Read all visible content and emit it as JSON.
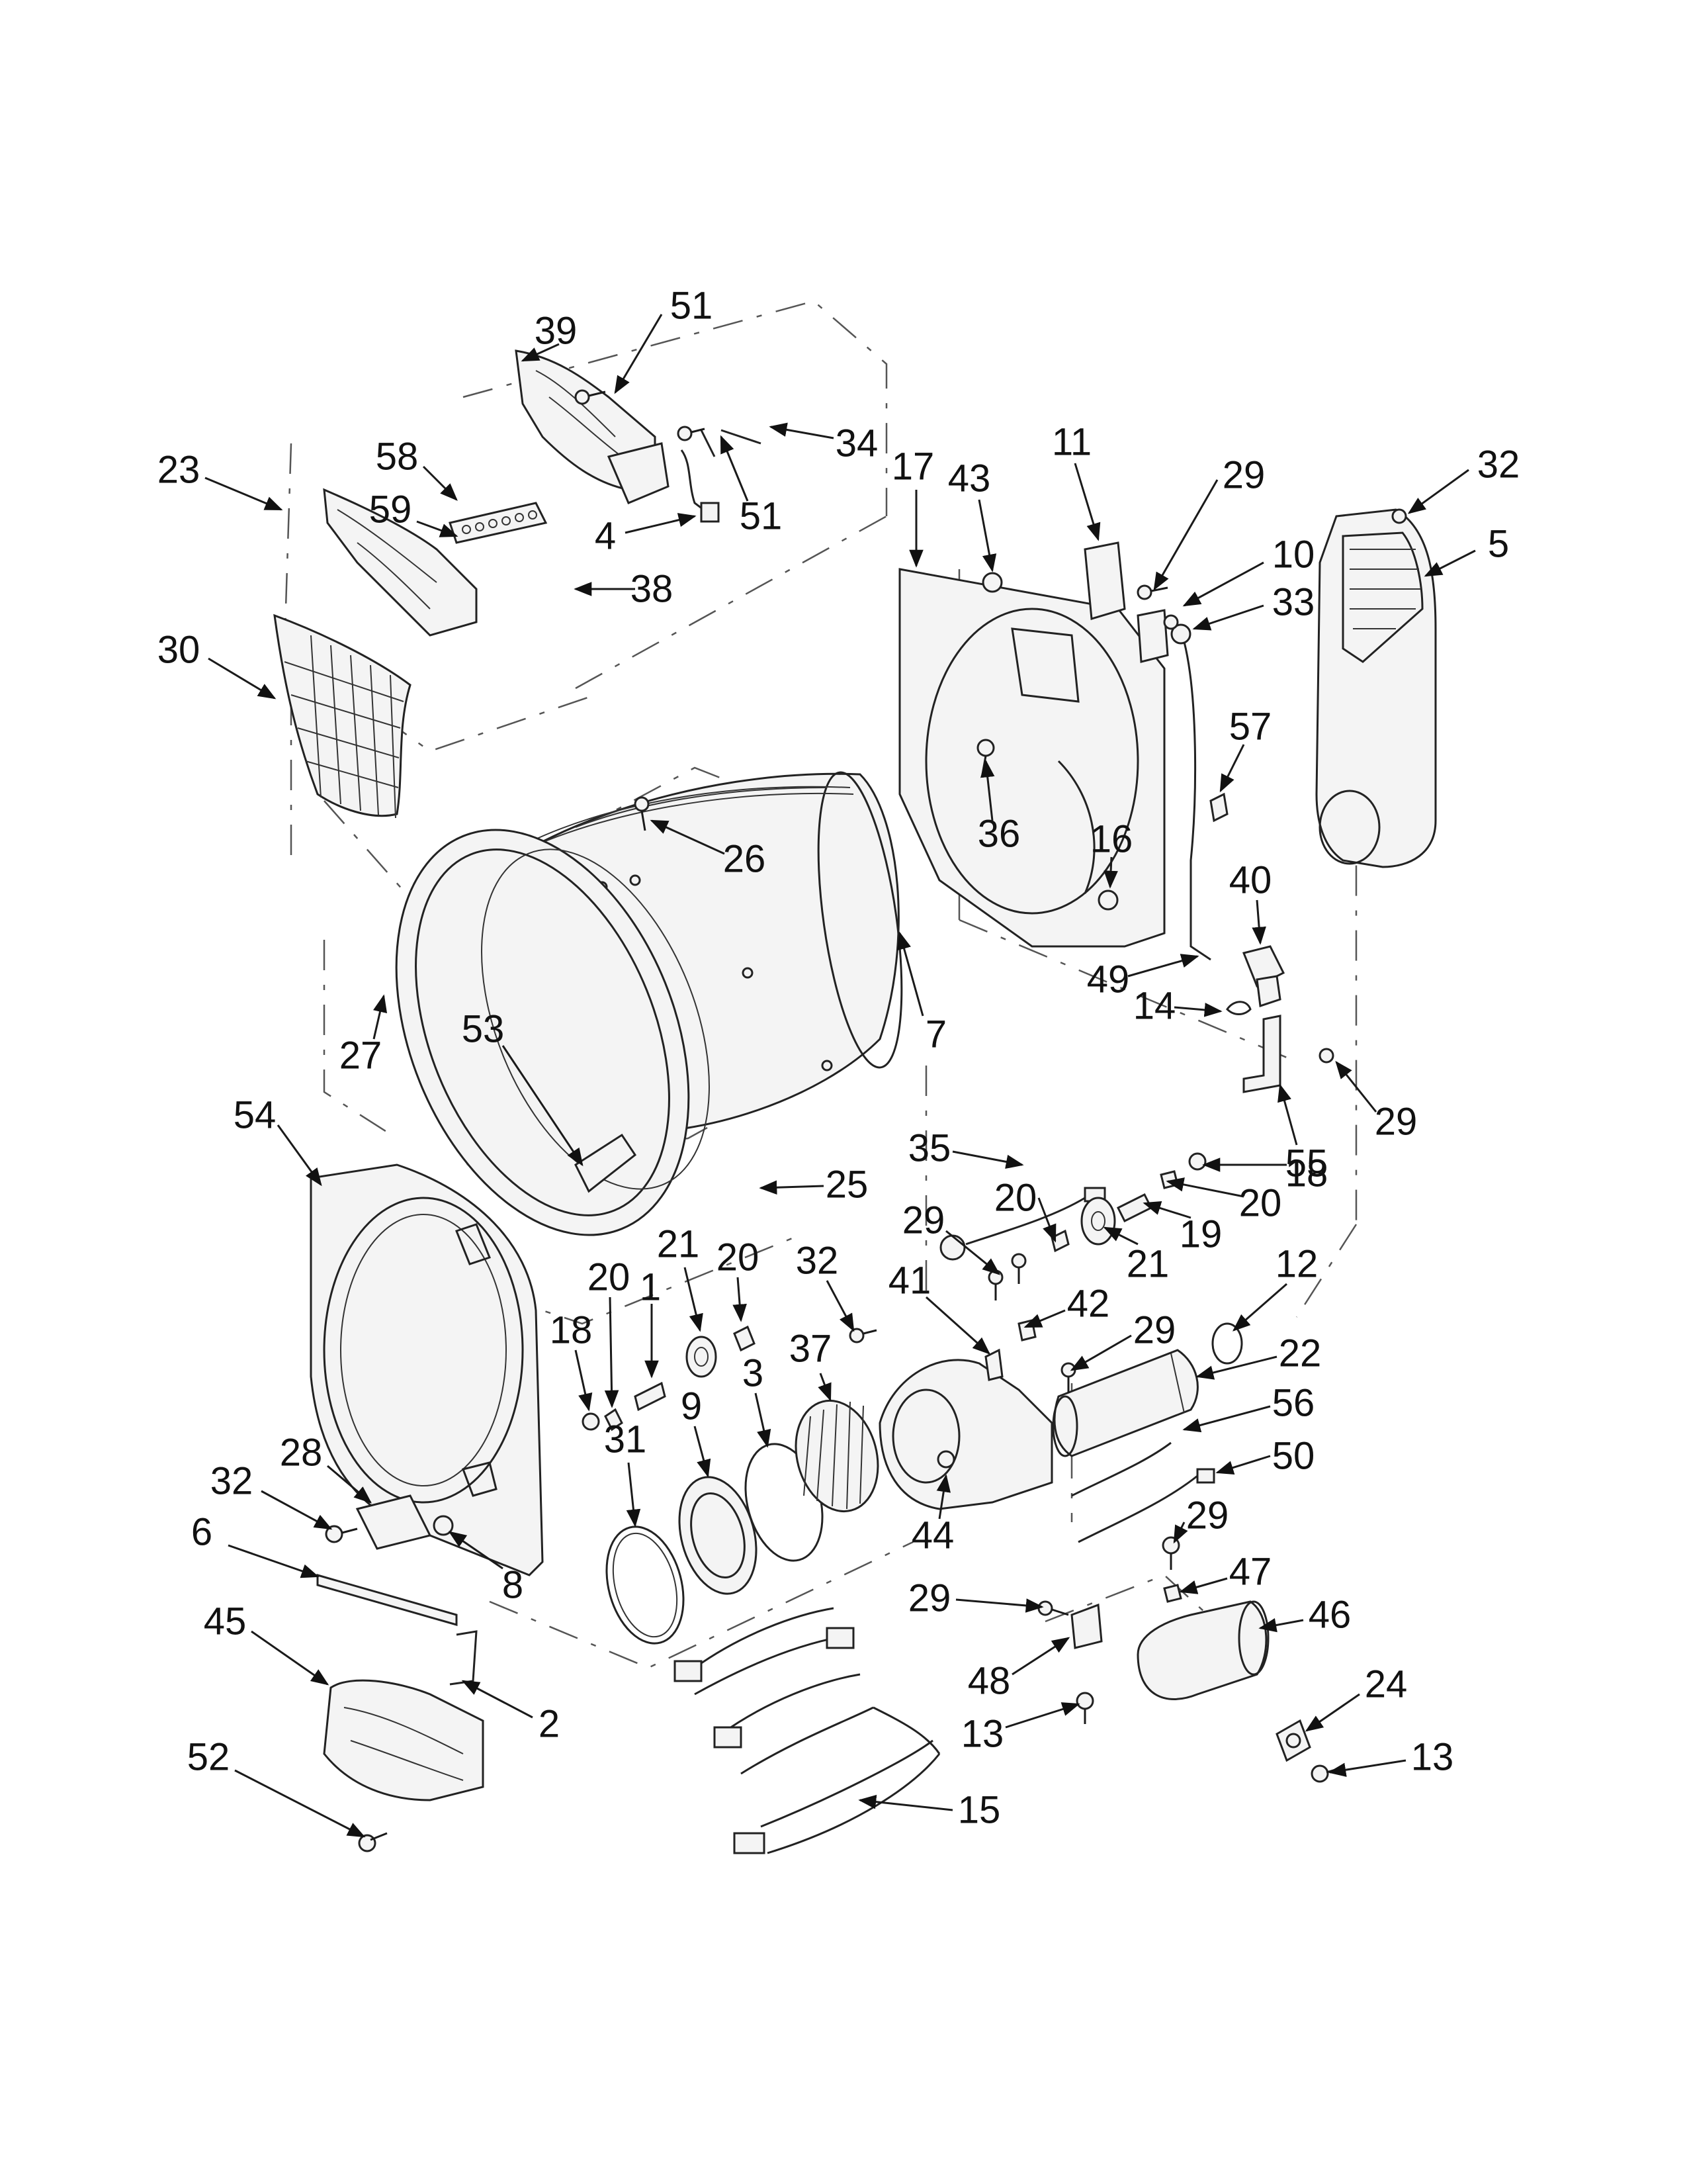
{
  "colors": {
    "ink": "#111111",
    "paper": "#ffffff",
    "part_fill": "#f4f4f4"
  },
  "labels": [
    {
      "id": "l39",
      "text": "39"
    },
    {
      "id": "l51a",
      "text": "51"
    },
    {
      "id": "l34",
      "text": "34"
    },
    {
      "id": "l51b",
      "text": "51"
    },
    {
      "id": "l4",
      "text": "4"
    },
    {
      "id": "l23",
      "text": "23"
    },
    {
      "id": "l58",
      "text": "58"
    },
    {
      "id": "l59",
      "text": "59"
    },
    {
      "id": "l38",
      "text": "38"
    },
    {
      "id": "l30",
      "text": "30"
    },
    {
      "id": "l17",
      "text": "17"
    },
    {
      "id": "l43",
      "text": "43"
    },
    {
      "id": "l11",
      "text": "11"
    },
    {
      "id": "l29a",
      "text": "29"
    },
    {
      "id": "l10",
      "text": "10"
    },
    {
      "id": "l33",
      "text": "33"
    },
    {
      "id": "l32a",
      "text": "32"
    },
    {
      "id": "l5",
      "text": "5"
    },
    {
      "id": "l57",
      "text": "57"
    },
    {
      "id": "l36",
      "text": "36"
    },
    {
      "id": "l16",
      "text": "16"
    },
    {
      "id": "l40",
      "text": "40"
    },
    {
      "id": "l26",
      "text": "26"
    },
    {
      "id": "l7",
      "text": "7"
    },
    {
      "id": "l27",
      "text": "27"
    },
    {
      "id": "l53",
      "text": "53"
    },
    {
      "id": "l49",
      "text": "49"
    },
    {
      "id": "l14",
      "text": "14"
    },
    {
      "id": "l29b",
      "text": "29"
    },
    {
      "id": "l55",
      "text": "55"
    },
    {
      "id": "l35",
      "text": "35"
    },
    {
      "id": "l18a",
      "text": "18"
    },
    {
      "id": "l20a",
      "text": "20"
    },
    {
      "id": "l20b",
      "text": "20"
    },
    {
      "id": "l21a",
      "text": "21"
    },
    {
      "id": "l19",
      "text": "19"
    },
    {
      "id": "l54",
      "text": "54"
    },
    {
      "id": "l25",
      "text": "25"
    },
    {
      "id": "l29c",
      "text": "29"
    },
    {
      "id": "l12",
      "text": "12"
    },
    {
      "id": "l32b",
      "text": "32"
    },
    {
      "id": "l41",
      "text": "41"
    },
    {
      "id": "l42",
      "text": "42"
    },
    {
      "id": "l29d",
      "text": "29"
    },
    {
      "id": "l22",
      "text": "22"
    },
    {
      "id": "l21b",
      "text": "21"
    },
    {
      "id": "l20c",
      "text": "20"
    },
    {
      "id": "l20d",
      "text": "20"
    },
    {
      "id": "l1",
      "text": "1"
    },
    {
      "id": "l18b",
      "text": "18"
    },
    {
      "id": "l37",
      "text": "37"
    },
    {
      "id": "l3",
      "text": "3"
    },
    {
      "id": "l9",
      "text": "9"
    },
    {
      "id": "l31",
      "text": "31"
    },
    {
      "id": "l56",
      "text": "56"
    },
    {
      "id": "l50",
      "text": "50"
    },
    {
      "id": "l28",
      "text": "28"
    },
    {
      "id": "l32c",
      "text": "32"
    },
    {
      "id": "l8",
      "text": "8"
    },
    {
      "id": "l6",
      "text": "6"
    },
    {
      "id": "l44",
      "text": "44"
    },
    {
      "id": "l29e",
      "text": "29"
    },
    {
      "id": "l47",
      "text": "47"
    },
    {
      "id": "l29f",
      "text": "29"
    },
    {
      "id": "l46",
      "text": "46"
    },
    {
      "id": "l45",
      "text": "45"
    },
    {
      "id": "l2",
      "text": "2"
    },
    {
      "id": "l48",
      "text": "48"
    },
    {
      "id": "l24",
      "text": "24"
    },
    {
      "id": "l13a",
      "text": "13"
    },
    {
      "id": "l13b",
      "text": "13"
    },
    {
      "id": "l52",
      "text": "52"
    },
    {
      "id": "l15",
      "text": "15"
    }
  ],
  "parts": [
    "control-panel-frame",
    "filter-housing",
    "led-board",
    "switch-harness",
    "lint-screen",
    "rear-bulkhead",
    "vent-housing",
    "drum",
    "drum-front-seal",
    "front-bulkhead",
    "heater-duct",
    "blower-housing",
    "blower-wheel",
    "blower-seal",
    "roller",
    "idler-pulley",
    "gas-valve",
    "burner-housing",
    "wire-harness",
    "toe-plate",
    "duct-bracket"
  ]
}
